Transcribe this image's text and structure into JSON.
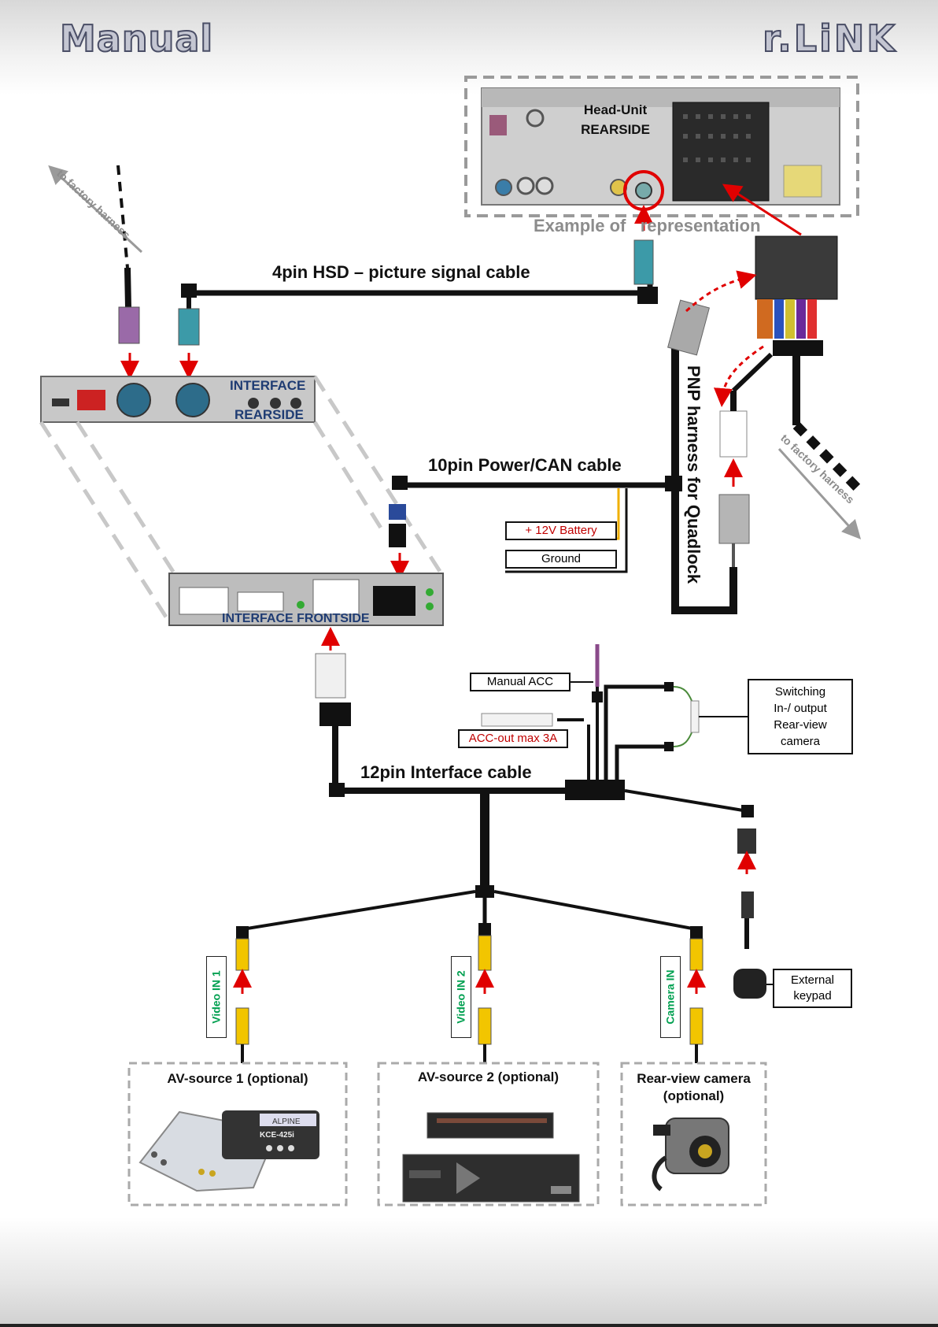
{
  "header": {
    "left_title": "Manual",
    "right_title": "r.LiNK"
  },
  "head_unit": {
    "title_line1": "Head-Unit",
    "title_line2": "REARSIDE",
    "caption": "Example of   representation"
  },
  "factory_harness": {
    "left_label": "to factory harness",
    "right_label": "to factory harness"
  },
  "cables": {
    "hsd": "4pin HSD – picture signal cable",
    "power_can": "10pin Power/CAN cable",
    "interface": "12pin Interface cable",
    "pnp": "PNP harness for Quadlock"
  },
  "power": {
    "battery": "+ 12V Battery",
    "ground": "Ground"
  },
  "interface_rear": {
    "line1": "INTERFACE",
    "line2": "REARSIDE"
  },
  "interface_front": {
    "label": "INTERFACE FRONTSIDE"
  },
  "acc": {
    "manual": "Manual ACC",
    "out": "ACC-out max 3A"
  },
  "switching": {
    "line1": "Switching",
    "line2": "In-/ output",
    "line3": "Rear-view",
    "line4": "camera"
  },
  "keypad": {
    "line1": "External",
    "line2": "keypad"
  },
  "inputs": {
    "video1": "Video IN 1",
    "video2": "Video IN 2",
    "camera": "Camera IN"
  },
  "sources": {
    "av1": "AV-source 1 (optional)",
    "av2": "AV-source 2 (optional)",
    "cam_line1": "Rear-view camera",
    "cam_line2": "(optional)"
  },
  "devices": {
    "av1_brand": "ALPINE",
    "av1_model": "KCE-425i"
  },
  "colors": {
    "cable": "#111111",
    "arrow": "#e00000",
    "battery_wire": "#f0b000",
    "label_green": "#00a050",
    "label_red": "#c00000",
    "hsd_teal": "#3c9aa8",
    "hsd_violet": "#9a6aa8",
    "rca_yellow": "#f2c500"
  }
}
